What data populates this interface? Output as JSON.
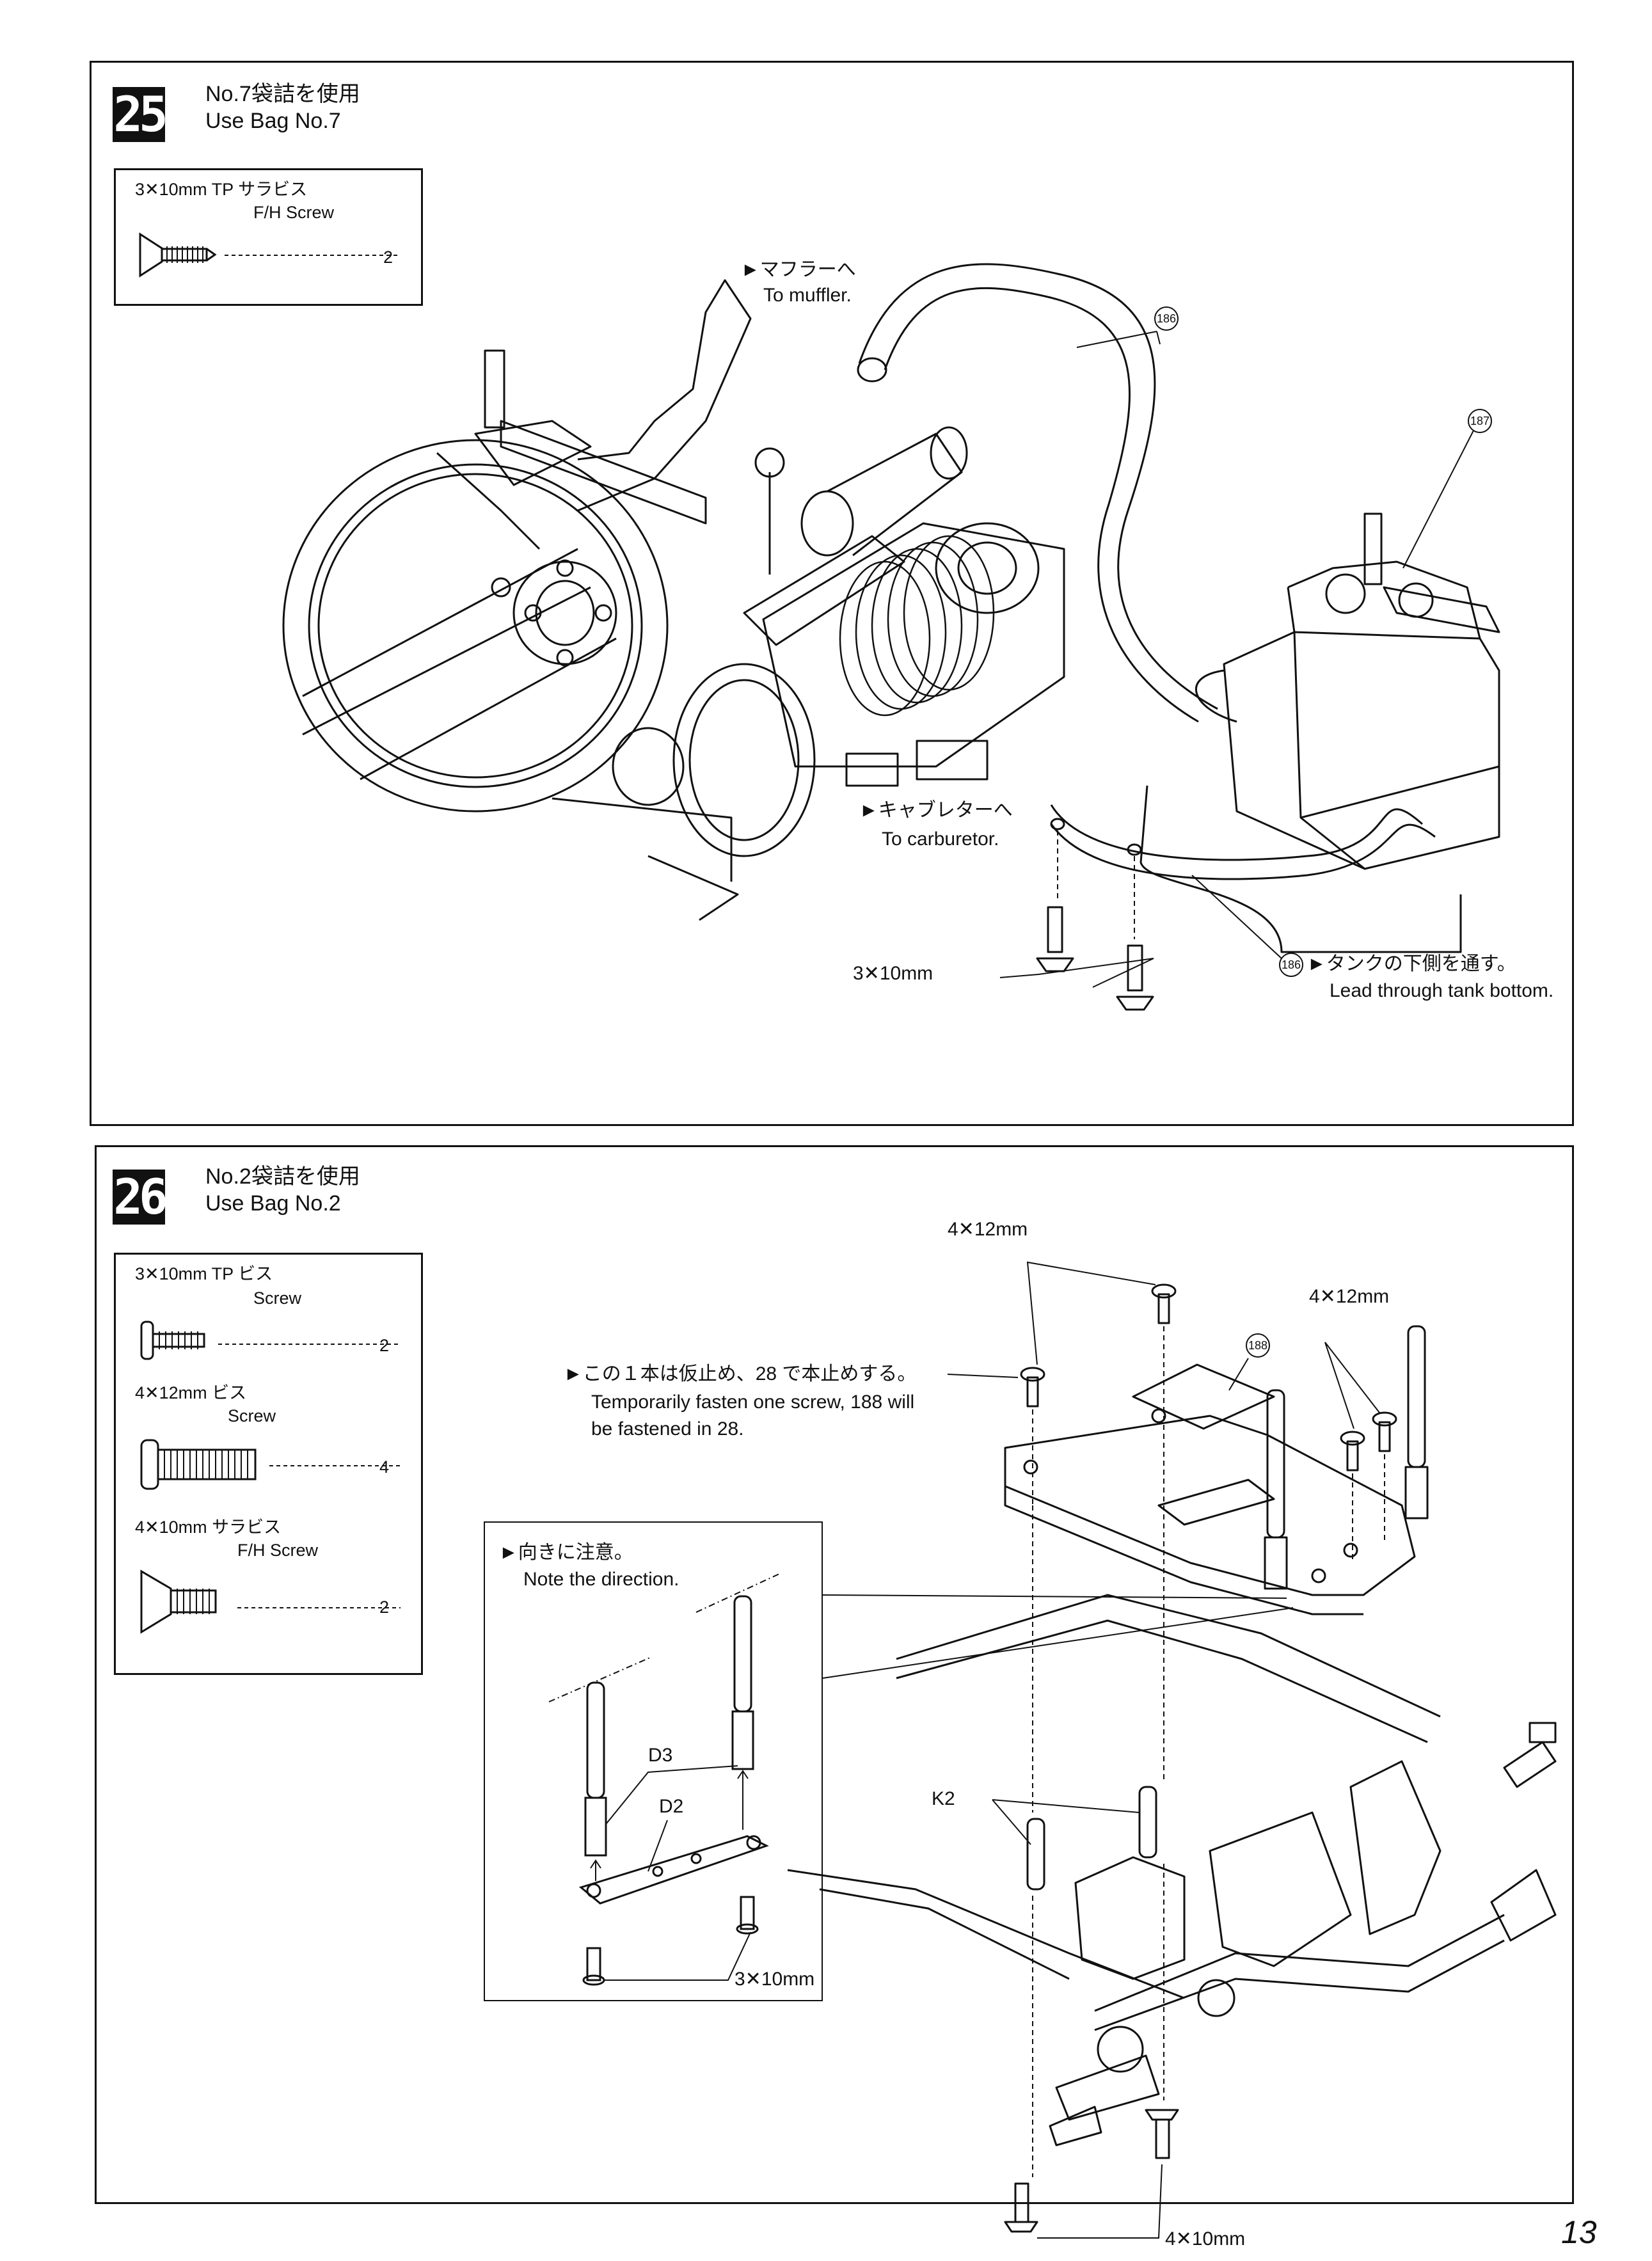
{
  "page_number": "13",
  "step25": {
    "number": "25",
    "bag_jp": "No.7袋詰を使用",
    "bag_en": "Use Bag No.7",
    "parts": [
      {
        "size": "3✕10mm TP サラビス",
        "name": "F/H Screw",
        "qty": "2"
      }
    ],
    "callouts": {
      "muffler_jp": "►マフラーへ",
      "muffler_en": "To muffler.",
      "carb_jp": "►キャブレターへ",
      "carb_en": "To carburetor.",
      "tank_jp": "►タンクの下側を通す。",
      "tank_en": "Lead through tank bottom.",
      "screw_label": "3✕10mm",
      "ref_186": "186",
      "ref_187": "187"
    }
  },
  "step26": {
    "number": "26",
    "bag_jp": "No.2袋詰を使用",
    "bag_en": "Use Bag No.2",
    "parts": [
      {
        "size": "3✕10mm TP ビス",
        "name": "Screw",
        "qty": "2"
      },
      {
        "size": "4✕12mm ビス",
        "name": "Screw",
        "qty": "4"
      },
      {
        "size": "4✕10mm サラビス",
        "name": "F/H Screw",
        "qty": "2"
      }
    ],
    "callouts": {
      "temp_jp": "►この１本は仮止め、28 で本止めする。",
      "temp_en_1": "Temporarily fasten one screw, 188 will",
      "temp_en_2": "be fastened in 28.",
      "label_4x12_a": "4✕12mm",
      "label_4x12_b": "4✕12mm",
      "ref_188": "188",
      "direction_jp": "►向きに注意。",
      "direction_en": "Note the direction.",
      "d3": "D3",
      "d2": "D2",
      "k2": "K2",
      "screw_3x10": "3✕10mm",
      "screw_4x10": "4✕10mm"
    }
  }
}
